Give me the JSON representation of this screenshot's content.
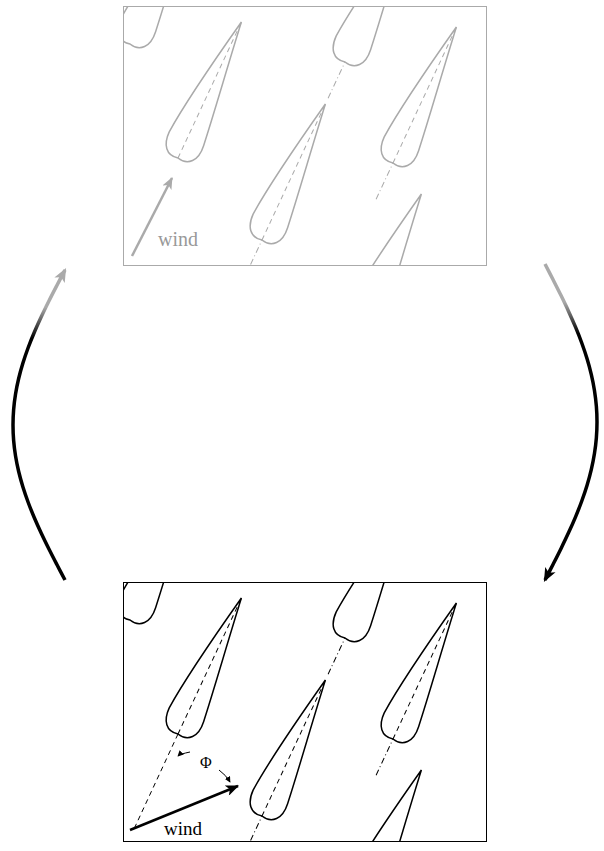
{
  "diagram": {
    "nodes": [
      {
        "text": [
          "wind"
        ]
      },
      {
        "text": [
          "wind",
          "Φ"
        ]
      }
    ],
    "edges": [
      {
        "from": 0,
        "to": 1,
        "arrow": "to"
      },
      {
        "from": 1,
        "to": 0,
        "arrow": "to"
      }
    ]
  }
}
